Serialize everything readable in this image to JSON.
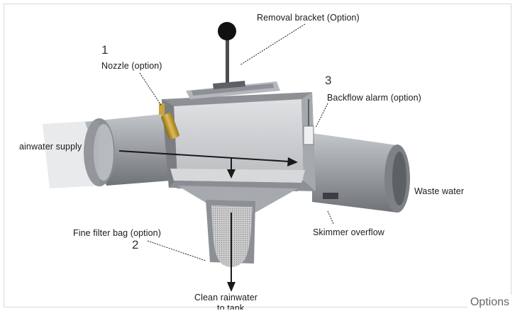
{
  "labels": {
    "removal_bracket": "Removal bracket (Option)",
    "nozzle": "Nozzle (option)",
    "backflow_alarm": "Backflow alarm (option)",
    "rainwater_supply": "ainwater supply",
    "waste_water": "Waste water",
    "fine_filter_bag": "Fine filter bag (option)",
    "skimmer_overflow": "Skimmer overflow",
    "clean_rainwater_line1": "Clean rainwater",
    "clean_rainwater_line2": "to tank"
  },
  "numbers": {
    "nozzle": "1",
    "filter_bag": "2",
    "backflow": "3"
  },
  "footer": {
    "options": "Options"
  },
  "colors": {
    "pipe_gray": "#9a9ea3",
    "pipe_dark": "#6f7378",
    "brass": "#c9a43a",
    "filter_mesh": "#b8b8b8",
    "arrow": "#1a1a1a"
  }
}
